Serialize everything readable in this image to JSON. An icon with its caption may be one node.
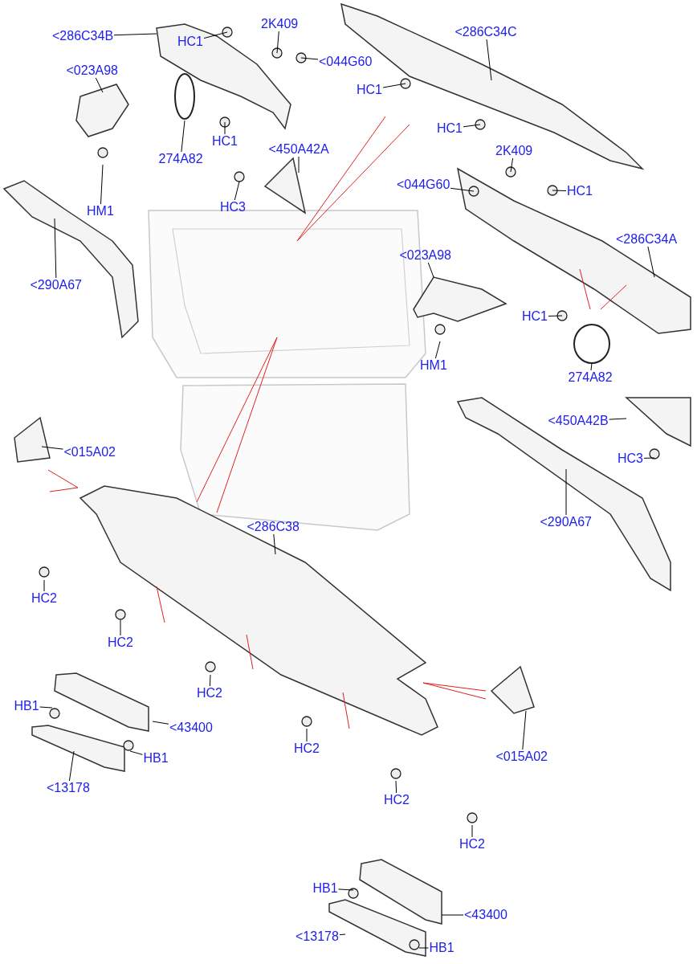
{
  "diagram": {
    "nodes": [
      {
        "text": [
          "<286C34B"
        ]
      },
      {
        "text": [
          "HC1"
        ]
      },
      {
        "text": [
          "2K409"
        ]
      },
      {
        "text": [
          "<044G60"
        ]
      },
      {
        "text": [
          "<286C34C"
        ]
      },
      {
        "text": [
          "<023A98"
        ]
      },
      {
        "text": [
          "HC1"
        ]
      },
      {
        "text": [
          "274A82"
        ]
      },
      {
        "text": [
          "HC1"
        ]
      },
      {
        "text": [
          "HC1"
        ]
      },
      {
        "text": [
          "<450A42A"
        ]
      },
      {
        "text": [
          "HM1"
        ]
      },
      {
        "text": [
          "HC3"
        ]
      },
      {
        "text": [
          "2K409"
        ]
      },
      {
        "text": [
          "<044G60"
        ]
      },
      {
        "text": [
          "HC1"
        ]
      },
      {
        "text": [
          "<290A67"
        ]
      },
      {
        "text": [
          "<023A98"
        ]
      },
      {
        "text": [
          "<286C34A"
        ]
      },
      {
        "text": [
          "HC1"
        ]
      },
      {
        "text": [
          "HM1"
        ]
      },
      {
        "text": [
          "274A82"
        ]
      },
      {
        "text": [
          "<450A42B"
        ]
      },
      {
        "text": [
          "<015A02"
        ]
      },
      {
        "text": [
          "HC3"
        ]
      },
      {
        "text": [
          "<286C38"
        ]
      },
      {
        "text": [
          "<290A67"
        ]
      },
      {
        "text": [
          "HC2"
        ]
      },
      {
        "text": [
          "HC2"
        ]
      },
      {
        "text": [
          "HC2"
        ]
      },
      {
        "text": [
          "HB1"
        ]
      },
      {
        "text": [
          "<43400"
        ]
      },
      {
        "text": [
          "HC2"
        ]
      },
      {
        "text": [
          "HB1"
        ]
      },
      {
        "text": [
          "<015A02"
        ]
      },
      {
        "text": [
          "<13178"
        ]
      },
      {
        "text": [
          "HC2"
        ]
      },
      {
        "text": [
          "HC2"
        ]
      },
      {
        "text": [
          "HB1"
        ]
      },
      {
        "text": [
          "<43400"
        ]
      },
      {
        "text": [
          "<13178"
        ]
      },
      {
        "text": [
          "HB1"
        ]
      }
    ],
    "edges": [
      {
        "from": 0,
        "to": null,
        "arrow": "none"
      },
      {
        "from": 1,
        "to": null,
        "arrow": "none"
      },
      {
        "from": 2,
        "to": null,
        "arrow": "none"
      },
      {
        "from": 3,
        "to": null,
        "arrow": "none"
      },
      {
        "from": 4,
        "to": null,
        "arrow": "none"
      },
      {
        "from": 5,
        "to": null,
        "arrow": "none"
      },
      {
        "from": 6,
        "to": null,
        "arrow": "none"
      },
      {
        "from": 7,
        "to": null,
        "arrow": "none"
      },
      {
        "from": 8,
        "to": null,
        "arrow": "none"
      },
      {
        "from": 9,
        "to": null,
        "arrow": "none"
      },
      {
        "from": 10,
        "to": null,
        "arrow": "none"
      },
      {
        "from": 11,
        "to": null,
        "arrow": "none"
      },
      {
        "from": 12,
        "to": null,
        "arrow": "none"
      },
      {
        "from": 13,
        "to": null,
        "arrow": "none"
      },
      {
        "from": 14,
        "to": null,
        "arrow": "none"
      },
      {
        "from": 15,
        "to": null,
        "arrow": "none"
      },
      {
        "from": 16,
        "to": null,
        "arrow": "none"
      },
      {
        "from": 17,
        "to": null,
        "arrow": "none"
      },
      {
        "from": 18,
        "to": null,
        "arrow": "none"
      },
      {
        "from": 19,
        "to": null,
        "arrow": "none"
      },
      {
        "from": 20,
        "to": null,
        "arrow": "none"
      },
      {
        "from": 21,
        "to": null,
        "arrow": "none"
      },
      {
        "from": 22,
        "to": null,
        "arrow": "none"
      },
      {
        "from": 23,
        "to": null,
        "arrow": "none"
      },
      {
        "from": 24,
        "to": null,
        "arrow": "none"
      },
      {
        "from": 25,
        "to": null,
        "arrow": "none"
      },
      {
        "from": 26,
        "to": null,
        "arrow": "none"
      },
      {
        "from": 27,
        "to": null,
        "arrow": "none"
      },
      {
        "from": 28,
        "to": null,
        "arrow": "none"
      },
      {
        "from": 29,
        "to": null,
        "arrow": "none"
      },
      {
        "from": 30,
        "to": null,
        "arrow": "none"
      },
      {
        "from": 31,
        "to": null,
        "arrow": "none"
      },
      {
        "from": 32,
        "to": null,
        "arrow": "none"
      },
      {
        "from": 33,
        "to": null,
        "arrow": "none"
      },
      {
        "from": 34,
        "to": null,
        "arrow": "none"
      },
      {
        "from": 35,
        "to": null,
        "arrow": "none"
      },
      {
        "from": 36,
        "to": null,
        "arrow": "none"
      },
      {
        "from": 37,
        "to": null,
        "arrow": "none"
      },
      {
        "from": 38,
        "to": null,
        "arrow": "none"
      },
      {
        "from": 39,
        "to": null,
        "arrow": "none"
      },
      {
        "from": 40,
        "to": null,
        "arrow": "none"
      },
      {
        "from": 41,
        "to": null,
        "arrow": "none"
      }
    ]
  }
}
